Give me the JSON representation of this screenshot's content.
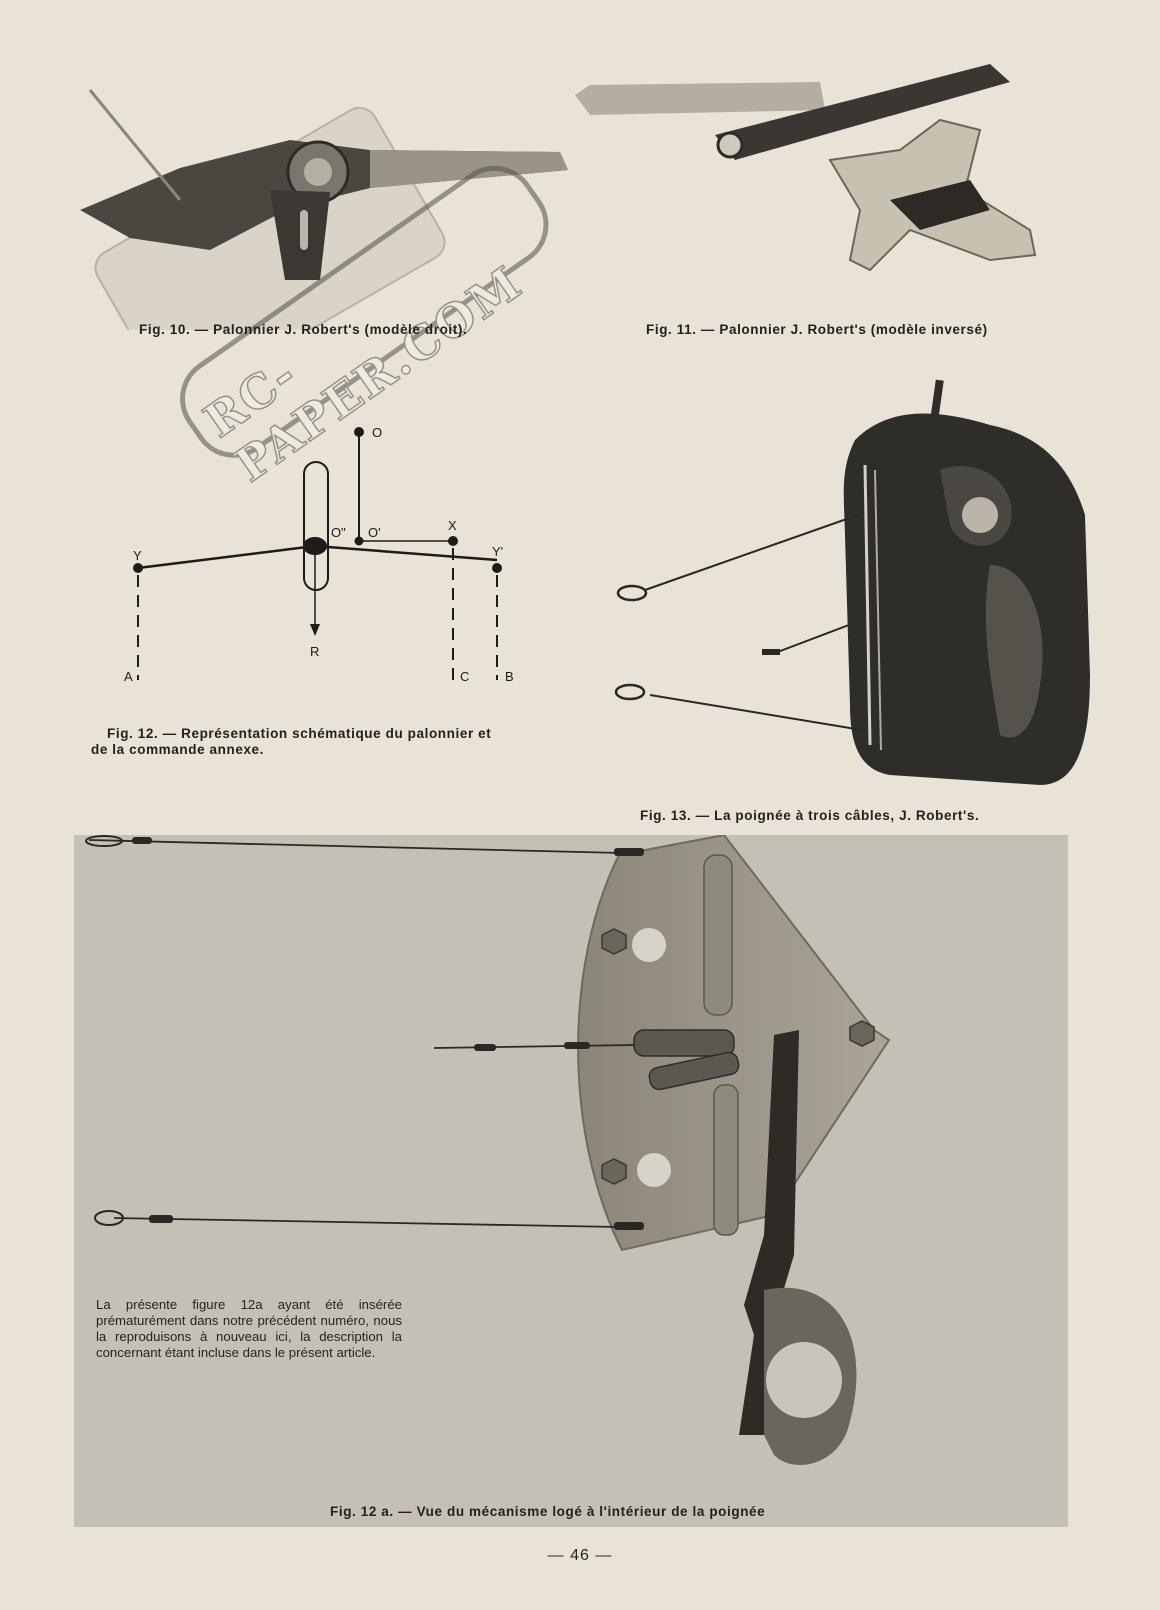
{
  "figures": {
    "fig10": {
      "caption": "Fig. 10. — Palonnier J. Robert's (modèle droit)."
    },
    "fig11": {
      "caption": "Fig. 11. — Palonnier J. Robert's (modèle inversé)"
    },
    "fig12": {
      "caption_line1": "Fig. 12. — Représentation schématique du palonnier et",
      "caption_line2": "de la commande annexe."
    },
    "fig13": {
      "caption": "Fig. 13. — La poignée à trois câbles, J. Robert's."
    },
    "fig12a": {
      "caption": "Fig. 12 a. — Vue du mécanisme logé à l'intérieur de la poignée"
    }
  },
  "diagram": {
    "labels": {
      "O": "O",
      "O_double": "O\"",
      "O_prime": "O'",
      "X": "X",
      "Y": "Y",
      "Y_prime": "Y'",
      "R": "R",
      "A": "A",
      "B": "B",
      "C": "C"
    }
  },
  "note": "La présente figure 12a ayant été insérée prématurément dans notre précédent numéro, nous la reproduisons à nouveau ici, la description la concernant étant incluse dans le présent article.",
  "page_number": "— 46 —",
  "watermark": "RC-PAPER.COM"
}
